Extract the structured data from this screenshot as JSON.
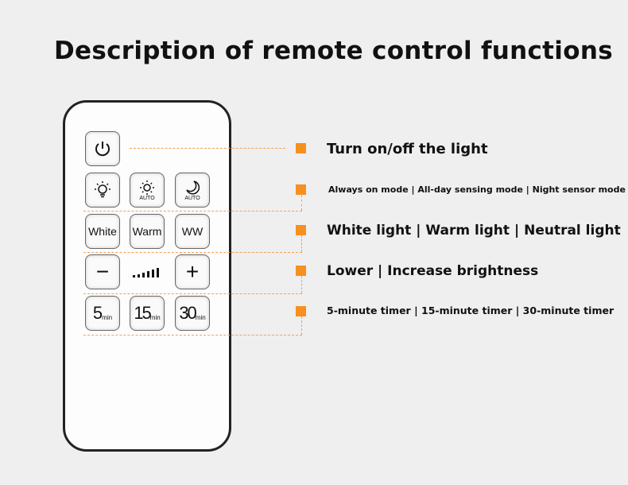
{
  "title": "Description of remote control functions",
  "buttons": {
    "white": "White",
    "warm": "Warm",
    "ww": "WW",
    "auto": "AUTO",
    "t5": "5",
    "t15": "15",
    "t30": "30",
    "min": "min"
  },
  "functions": [
    "Turn on/off the light",
    "Always on mode | All-day sensing mode | Night sensor mode",
    "White light | Warm light | Neutral light",
    "Lower | Increase brightness",
    "5-minute timer | 15-minute timer | 30-minute timer"
  ],
  "accent": "#f7901e"
}
